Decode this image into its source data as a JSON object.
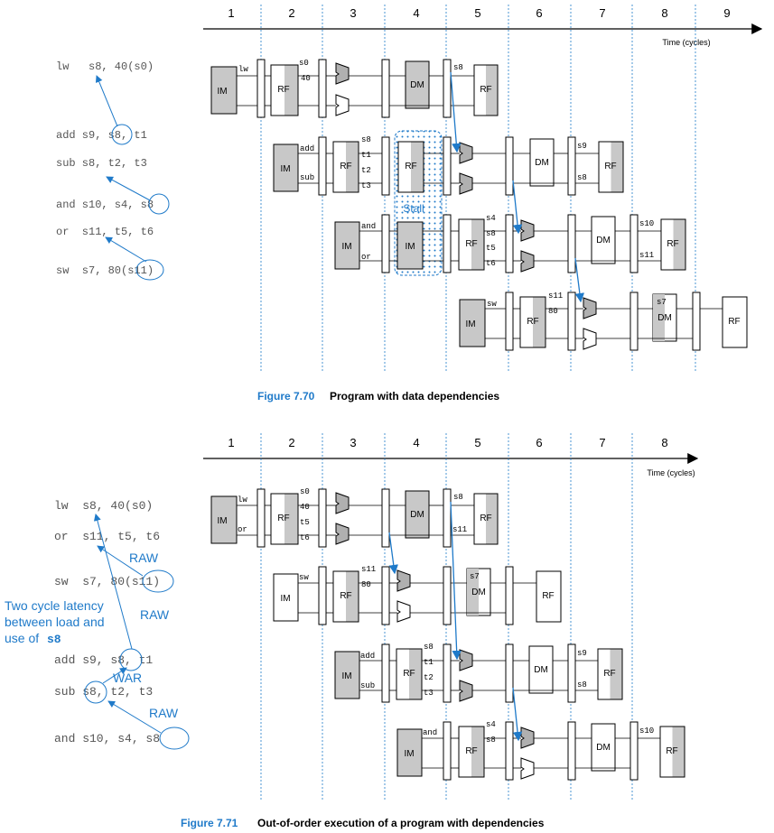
{
  "fig70": {
    "caption_num": "Figure 7.70",
    "caption_text": "Program with data dependencies",
    "cycles": [
      "1",
      "2",
      "3",
      "4",
      "5",
      "6",
      "7",
      "8",
      "9"
    ],
    "axis_label": "Time (cycles)",
    "code": [
      "lw   s8, 40(s0)",
      "add s9, s8, t1",
      "sub s8, t2, t3",
      "and s10, s4, s8",
      "or  s11, t5, t6",
      "sw  s7, 80(s11)"
    ],
    "stall_label": "Stall",
    "rows": [
      {
        "im_labels": [
          "lw"
        ],
        "rf_labels": [
          "s0",
          "40"
        ],
        "wb_labels": [
          "s8"
        ],
        "dm_label": ""
      },
      {
        "im_labels": [
          "add",
          "sub"
        ],
        "rf_labels": [
          "s8",
          "t1",
          "t2",
          "t3"
        ],
        "wb_labels": [
          "s9",
          "s8"
        ],
        "dm_label": ""
      },
      {
        "im_labels": [
          "and",
          "or"
        ],
        "rf_labels": [
          "s4",
          "s8",
          "t5",
          "t6"
        ],
        "wb_labels": [
          "s10",
          "s11"
        ],
        "dm_label": ""
      },
      {
        "im_labels": [
          "sw"
        ],
        "rf_labels": [
          "s11",
          "80"
        ],
        "wb_labels": [],
        "dm_label": "s7"
      }
    ]
  },
  "fig71": {
    "caption_num": "Figure 7.71",
    "caption_text": "Out-of-order execution of a program with dependencies",
    "cycles": [
      "1",
      "2",
      "3",
      "4",
      "5",
      "6",
      "7",
      "8"
    ],
    "axis_label": "Time (cycles)",
    "code": [
      "lw  s8, 40(s0)",
      "or  s11, t5, t6",
      "sw  s7, 80(s11)",
      "add s9, s8, t1",
      "sub s8, t2, t3",
      "and s10, s4, s8"
    ],
    "annotations": {
      "raw1": "RAW",
      "raw2": "RAW",
      "raw3": "RAW",
      "war": "WAR",
      "latency_line1": "Two cycle latency",
      "latency_line2": "between load and",
      "latency_line3": "use of",
      "latency_reg": "s8"
    },
    "rows": [
      {
        "im_labels": [
          "lw",
          "or"
        ],
        "rf_labels": [
          "s0",
          "40",
          "t5",
          "t6"
        ],
        "wb_labels": [
          "s8",
          "s11"
        ],
        "dm_label": ""
      },
      {
        "im_labels": [
          "sw"
        ],
        "rf_labels": [
          "s11",
          "80"
        ],
        "wb_labels": [],
        "dm_label": "s7"
      },
      {
        "im_labels": [
          "add",
          "sub"
        ],
        "rf_labels": [
          "s8",
          "t1",
          "t2",
          "t3"
        ],
        "wb_labels": [
          "s9",
          "s8"
        ],
        "dm_label": ""
      },
      {
        "im_labels": [
          "and"
        ],
        "rf_labels": [
          "s4",
          "s8"
        ],
        "wb_labels": [
          "s10"
        ],
        "dm_label": ""
      }
    ]
  },
  "blocks": {
    "im": "IM",
    "rf": "RF",
    "dm": "DM"
  }
}
